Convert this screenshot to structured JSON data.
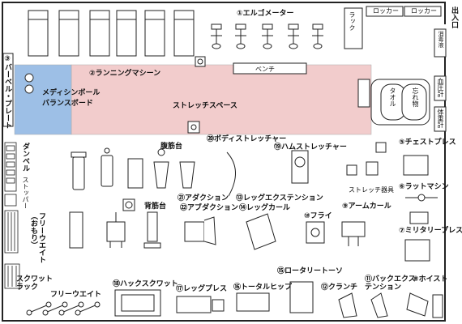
{
  "labels": {
    "ergometer": "①エルゴメーター",
    "running": "②ランニングマシーン",
    "barbell_plate": "③バーベル・プレート",
    "chest_press": "⑤チェストプレス",
    "lat_machine": "⑥ラットマシン",
    "military_press": "⑦ミリタリープレス",
    "hoist": "⑧ホイスト",
    "arm_curl": "⑨アームカール",
    "fly": "⑩フライ",
    "back_extension": "⑪バックエクス\nテンション",
    "crunch": "⑫クランチ",
    "leg_extension": "⑬レッグエクステンション",
    "leg_curl": "⑭レッグカール",
    "rotary_torso": "⑮ロータリートーソ",
    "total_hip": "⑯トータルヒップ",
    "leg_press": "⑰レッグプレス",
    "hack_squat": "⑱ハックスクワット",
    "ham_stretcher": "⑲ハムストレッチャー",
    "body_stretcher": "⑳ボディストレッチャー",
    "adduction": "㉑アダクション",
    "abduction": "㉒アブダクション",
    "medicine_ball": "メディシンボール",
    "balance_board": "バランスボード",
    "stretch_space": "ストレッチスペース",
    "bench": "ベンチ",
    "towel": "タオル",
    "lost_items": "忘れ物",
    "locker1": "ロッカー",
    "locker2": "ロッカー",
    "entrance": "出入口",
    "rack_top": "ラック",
    "sanitizer": "消毒液",
    "blood_pressure": "血圧計",
    "body_comp": "体重計",
    "stretch_tools": "ストレッチ器具",
    "abdominal_bench": "腹筋台",
    "back_bench": "背筋台",
    "dumbbell": "ダンベル",
    "stopper": "ストッパー",
    "free_weight_weights": "フリーウエイト\n（おもり）",
    "squat_rack": "スクワット\nラック",
    "free_weight": "フリーウエイト"
  }
}
